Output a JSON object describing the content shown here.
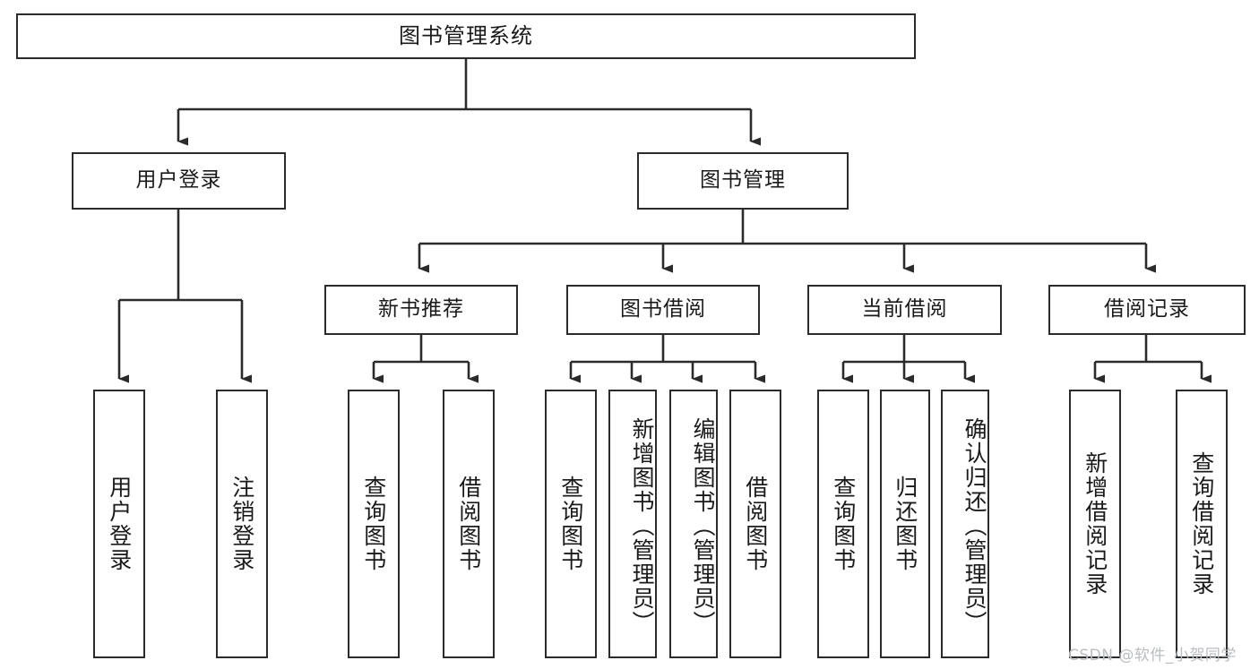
{
  "diagram": {
    "type": "tree",
    "title": "图书管理系统",
    "root": {
      "label": "图书管理系统"
    },
    "level2": [
      {
        "label": "用户登录"
      },
      {
        "label": "图书管理"
      }
    ],
    "level3": [
      {
        "label": "新书推荐"
      },
      {
        "label": "图书借阅"
      },
      {
        "label": "当前借阅"
      },
      {
        "label": "借阅记录"
      }
    ],
    "leaves": {
      "user_login": [
        {
          "label": "用户登录"
        },
        {
          "label": "注销登录"
        }
      ],
      "new_book_recommend": [
        {
          "label": "查询图书"
        },
        {
          "label": "借阅图书"
        }
      ],
      "book_borrow": [
        {
          "label": "查询图书"
        },
        {
          "label": "新增图书（管理员）"
        },
        {
          "label": "编辑图书（管理员）"
        },
        {
          "label": "借阅图书"
        }
      ],
      "current_borrow": [
        {
          "label": "查询图书"
        },
        {
          "label": "归还图书"
        },
        {
          "label": "确认归还（管理员）"
        }
      ],
      "borrow_record": [
        {
          "label": "新增借阅记录"
        },
        {
          "label": "查询借阅记录"
        }
      ]
    }
  },
  "watermark": {
    "text": "CSDN @软件_小贺同学"
  },
  "colors": {
    "stroke": "#2b2b2b",
    "fill": "#ffffff",
    "text": "#1a1a1a",
    "watermark": "#b9bcc0"
  }
}
